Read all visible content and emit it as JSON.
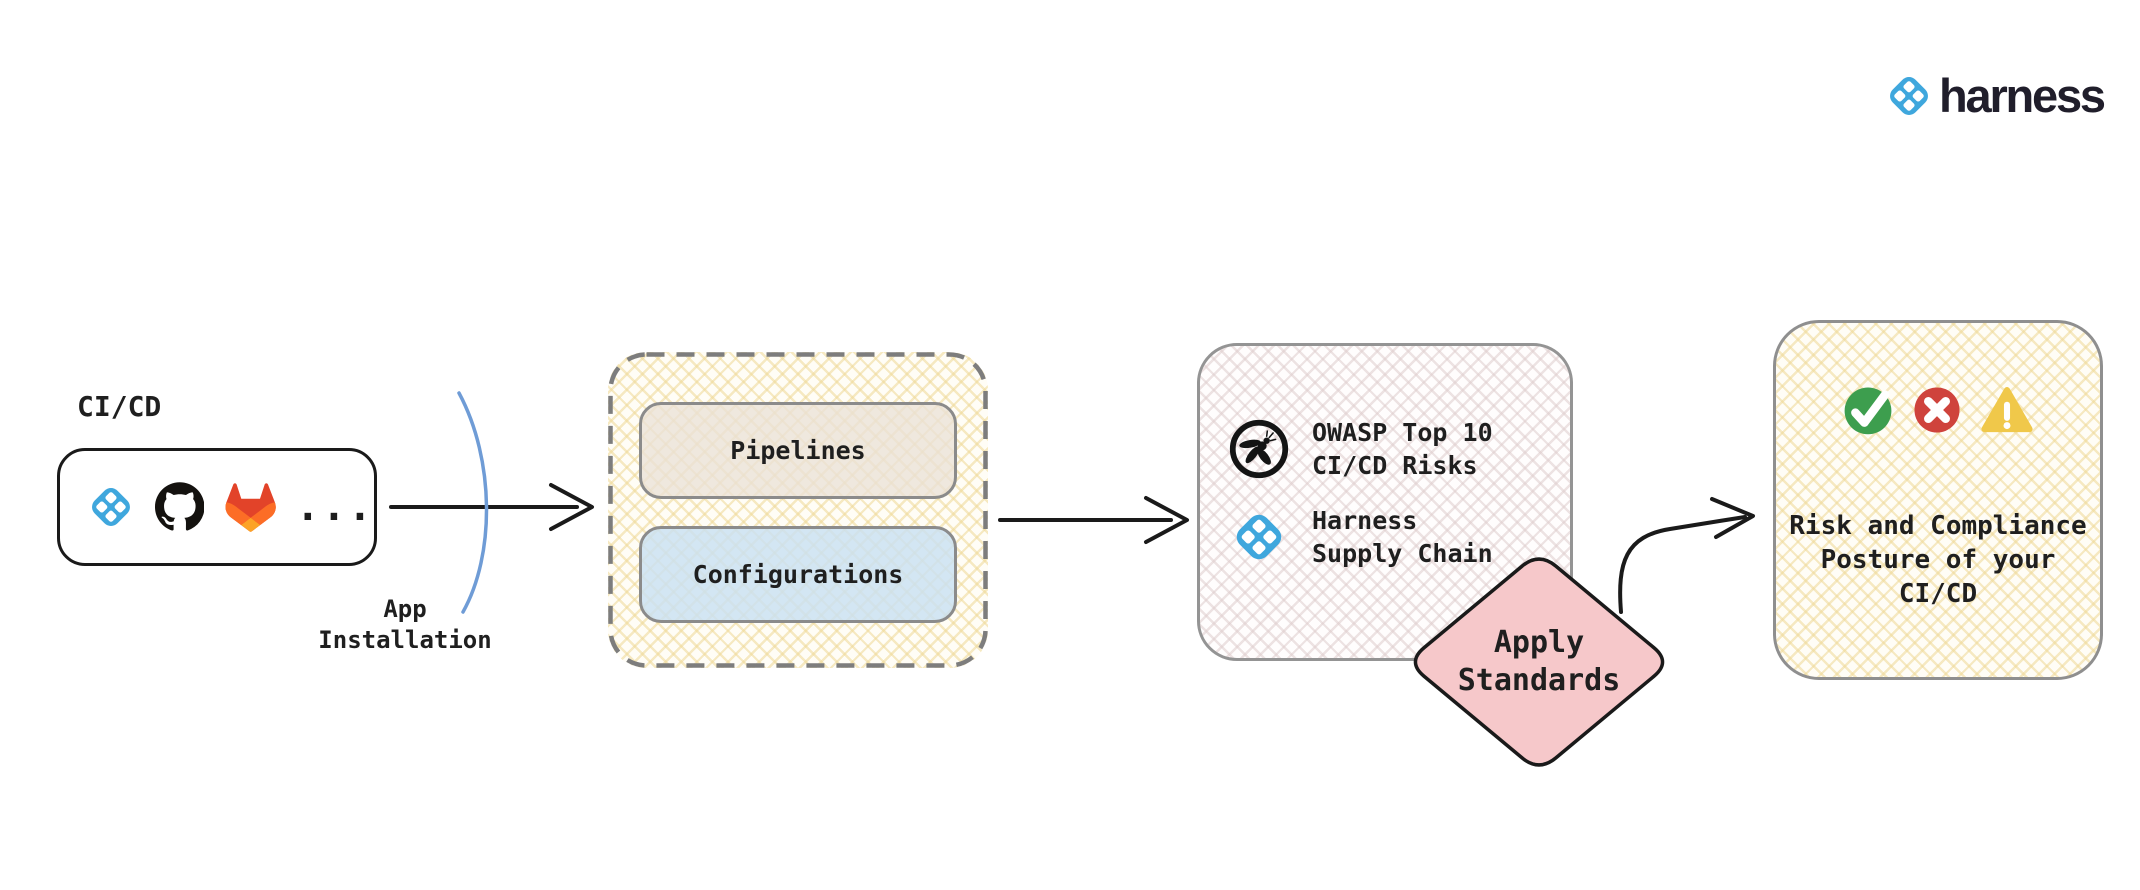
{
  "header": {
    "brand": "harness"
  },
  "diagram": {
    "source": {
      "title": "CI/CD",
      "ellipsis": "..."
    },
    "connector": {
      "app_installation_label": "App\nInstallation"
    },
    "group": {
      "pipelines_label": "Pipelines",
      "configurations_label": "Configurations"
    },
    "standards": {
      "owasp_label": "OWASP Top 10\nCI/CD Risks",
      "harness_label": "Harness\nSupply Chain"
    },
    "apply": {
      "label": "Apply\nStandards"
    },
    "result": {
      "label": "Risk and Compliance\nPosture of your\nCI/CD"
    }
  },
  "icons": {
    "brand": "harness-logo-icon",
    "source": [
      "harness-icon",
      "github-icon",
      "gitlab-icon"
    ],
    "standards": [
      "owasp-icon",
      "harness-icon"
    ],
    "result": [
      "check-circle-icon",
      "cross-circle-icon",
      "warning-triangle-icon"
    ]
  },
  "colors": {
    "harness_blue": "#3fa7dd",
    "wordmark_dark": "#201e2b",
    "diamond_pink": "#f6c8ca",
    "success_green": "#3d9e4e",
    "error_red": "#cf433c",
    "warning_amber": "#f0c84a",
    "installation_arc_blue": "#6f9cd6",
    "hatch_yellow": "#eed896",
    "hatch_pink": "#decdcd",
    "stroke_black": "#1a1a1a",
    "stroke_gray": "#8f8f8f"
  }
}
